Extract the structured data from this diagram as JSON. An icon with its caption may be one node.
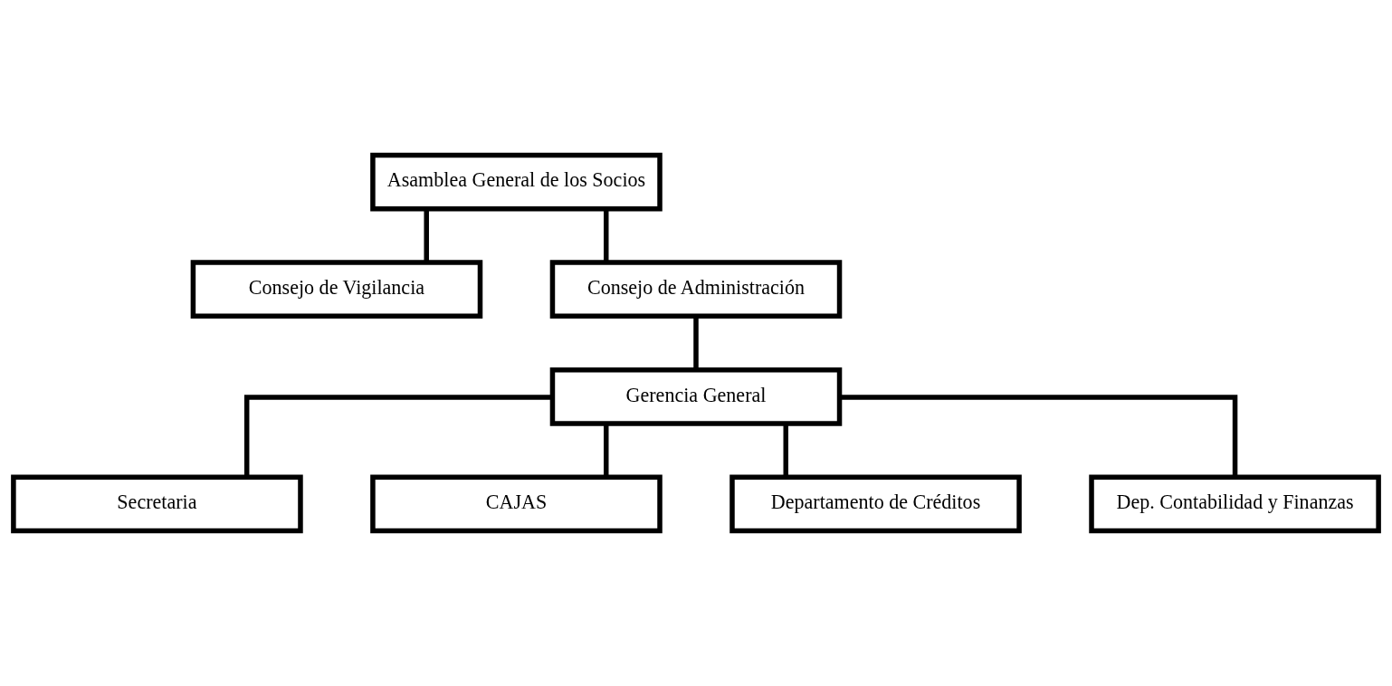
{
  "diagram": {
    "nodes": [
      {
        "text": [
          "Asamblea General de los Socios"
        ]
      },
      {
        "text": [
          "Consejo de Vigilancia"
        ]
      },
      {
        "text": [
          "Consejo de Administración"
        ]
      },
      {
        "text": [
          "Gerencia General"
        ]
      },
      {
        "text": [
          "Secretaria"
        ]
      },
      {
        "text": [
          "CAJAS"
        ]
      },
      {
        "text": [
          "Departamento de Créditos"
        ]
      },
      {
        "text": [
          "Dep. Contabilidad y Finanzas"
        ]
      }
    ],
    "edges": [
      {
        "from": 0,
        "to": 1,
        "arrow": "none"
      },
      {
        "from": 0,
        "to": 2,
        "arrow": "none"
      },
      {
        "from": 2,
        "to": 3,
        "arrow": "none"
      },
      {
        "from": 3,
        "to": 4,
        "arrow": "none"
      },
      {
        "from": 3,
        "to": 5,
        "arrow": "none"
      },
      {
        "from": 3,
        "to": 6,
        "arrow": "none"
      },
      {
        "from": 3,
        "to": 7,
        "arrow": "none"
      }
    ]
  }
}
